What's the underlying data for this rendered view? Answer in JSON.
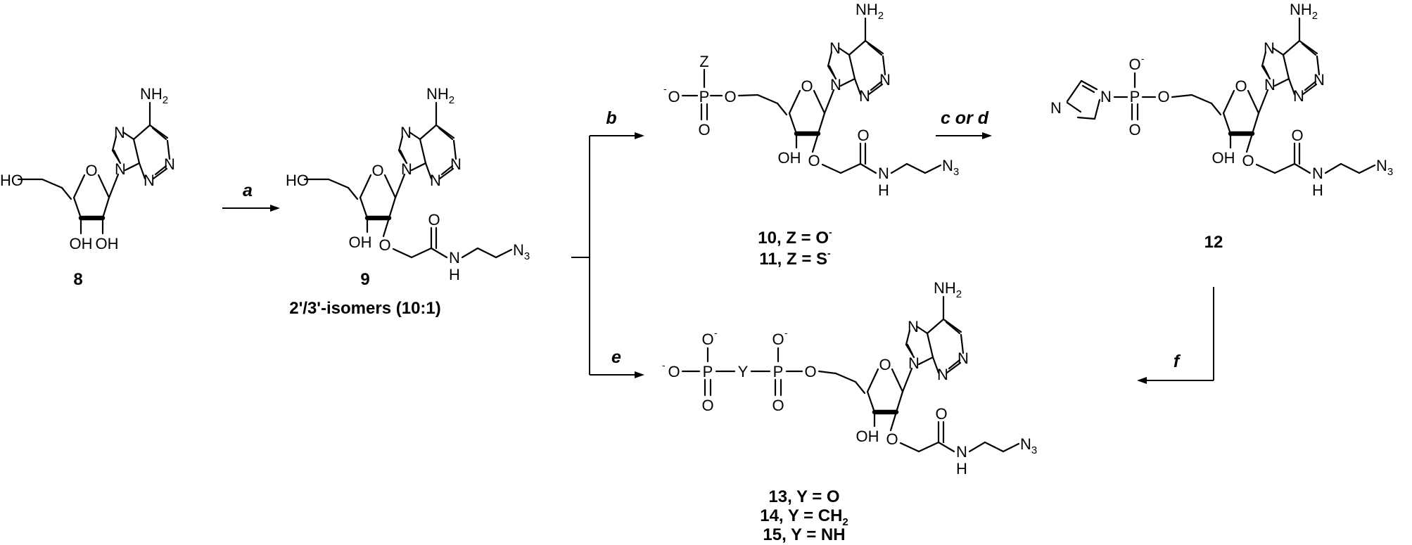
{
  "atoms": {
    "nh": "NH",
    "n": "N",
    "o": "O",
    "p": "P",
    "h": "H",
    "oh": "OH",
    "ho": "HO",
    "z": "Z",
    "y": "Y",
    "two": "2",
    "three": "3",
    "minus": "-"
  },
  "reagents": {
    "a": "a",
    "b": "b",
    "c_or_d": "c or d",
    "e": "e",
    "f": "f"
  },
  "compounds": {
    "c8": "8",
    "c9": "9",
    "c9_note": "2'/3'-isomers (10:1)",
    "c10": "10, Z = O",
    "c11": "11, Z = S",
    "c12": "12",
    "c13": "13, Y = O",
    "c14": "14, Y = CH",
    "c15": "15, Y = NH"
  }
}
